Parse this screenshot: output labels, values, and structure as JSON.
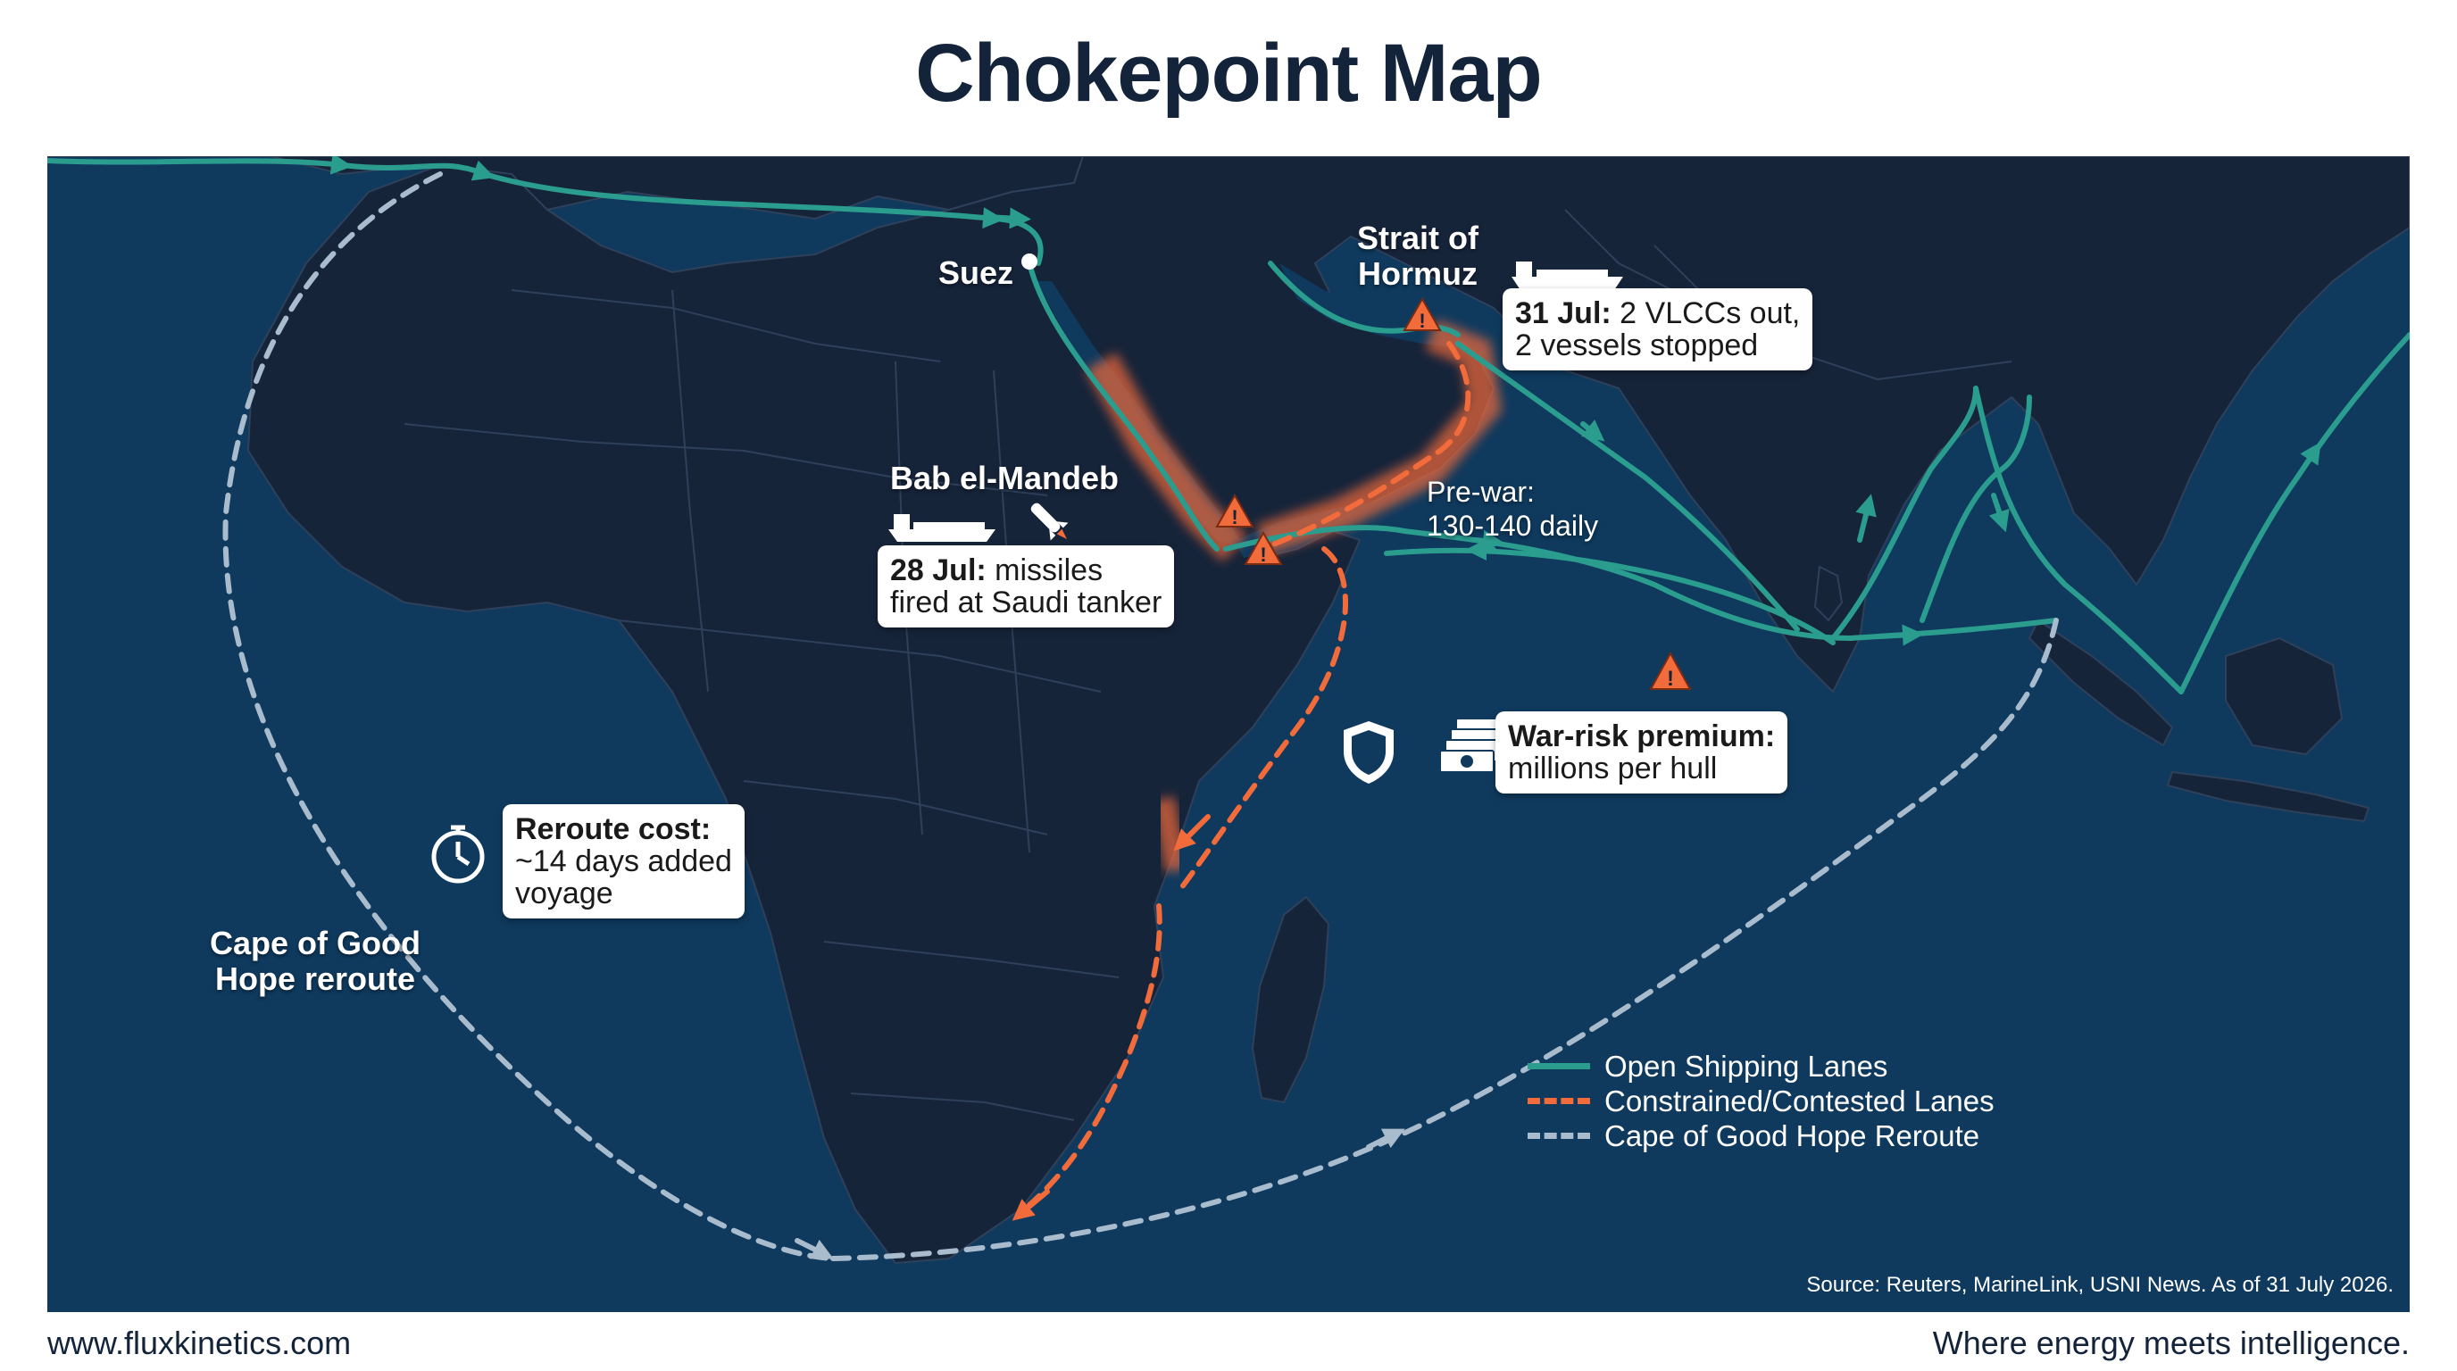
{
  "title": "Chokepoint Map",
  "labels": {
    "suez": "Suez",
    "hormuz": "Strait of Hormuz",
    "mandeb": "Bab el-Mandeb",
    "prewar_line1": "Pre-war:",
    "prewar_line2": "130-140 daily",
    "cape": "Cape of Good Hope reroute"
  },
  "callouts": {
    "hormuz": {
      "date": "31 Jul:",
      "text1": "2 VLCCs out,",
      "text2": "2 vessels stopped"
    },
    "mandeb": {
      "date": "28 Jul:",
      "text1": "missiles",
      "text2": "fired at Saudi tanker"
    },
    "warrisk": {
      "title": "War-risk premium:",
      "text": "millions per hull"
    },
    "reroute": {
      "title": "Reroute cost:",
      "text1": "~14 days added",
      "text2": "voyage"
    }
  },
  "legend": [
    {
      "label": "Open Shipping Lanes",
      "color": "#2a9d8f",
      "style": "solid"
    },
    {
      "label": "Constrained/Contested Lanes",
      "color": "#f26b3a",
      "style": "dashed"
    },
    {
      "label": "Cape of Good Hope Reroute",
      "color": "#a9bccd",
      "style": "dashed"
    }
  ],
  "colors": {
    "ocean": "#0f3a5e",
    "land": "#16243a",
    "open_lane": "#2a9d8f",
    "contested_lane": "#f26b3a",
    "reroute": "#a9bccd",
    "warning": "#f26b3a"
  },
  "icons": [
    "ship-icon",
    "missile-icon",
    "warning-icon",
    "shield-icon",
    "cash-icon",
    "stopwatch-icon"
  ],
  "source": "Source: Reuters, MarineLink, USNI News. As of 31 July 2026.",
  "footer": {
    "website": "www.fluxkinetics.com",
    "tagline": "Where energy meets intelligence."
  }
}
